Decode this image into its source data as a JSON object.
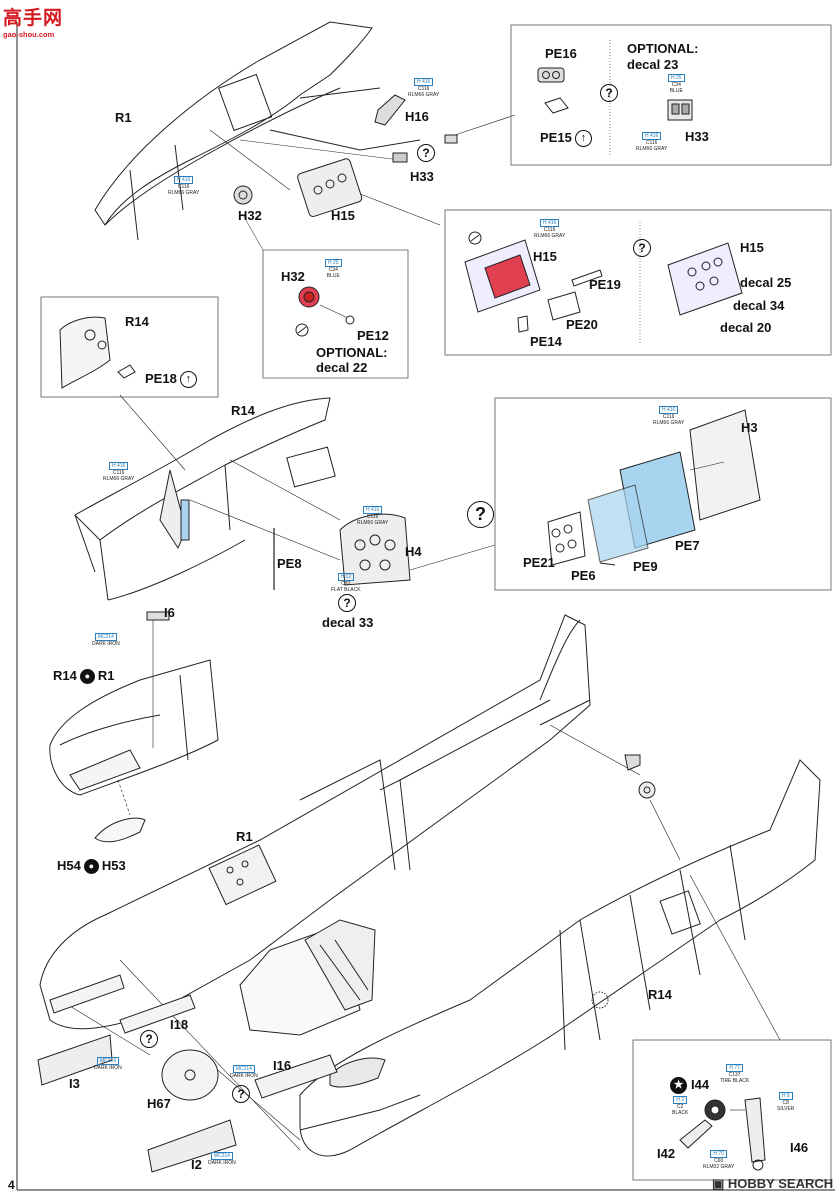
{
  "header": {
    "logo_text": "高手网",
    "logo_sub": "gao-shou.com"
  },
  "page_number": "4",
  "watermark": "HOBBY SEARCH",
  "colors": {
    "accent": "#d4181f",
    "paint_code": "#2a7fbf",
    "instrument_red": "#e04050",
    "blue_panel": "#a9d4ef"
  },
  "parts": {
    "r1_top": "R1",
    "h16": "H16",
    "h33_main": "H33",
    "h32_main": "H32",
    "h15_main": "H15",
    "r14_inset": "R14",
    "pe18": "PE18",
    "r14_mid": "R14",
    "pe8": "PE8",
    "h4": "H4",
    "decal33": "decal 33",
    "i6": "I6",
    "r14_r1_a": "R14",
    "r14_r1_b": "R1",
    "h54": "H54",
    "h53": "H53",
    "r1_lower": "R1",
    "i18": "I18",
    "i3": "I3",
    "h67": "H67",
    "i16": "I16",
    "i2": "I2",
    "r14_lower": "R14"
  },
  "box_pe": {
    "pe16": "PE16",
    "pe15": "PE15",
    "optional": "OPTIONAL:",
    "decal": "decal 23",
    "h33": "H33"
  },
  "box_h32": {
    "h32": "H32",
    "pe12": "PE12",
    "optional": "OPTIONAL:",
    "decal": "decal 22"
  },
  "box_h15": {
    "h15_left": "H15",
    "pe19": "PE19",
    "pe20": "PE20",
    "pe14": "PE14",
    "h15_right": "H15",
    "decal25": "decal 25",
    "decal34": "decal 34",
    "decal20": "decal 20"
  },
  "box_h3": {
    "h3": "H3",
    "pe7": "PE7",
    "pe21": "PE21",
    "pe6": "PE6",
    "pe9": "PE9"
  },
  "box_tail": {
    "i44": "I44",
    "i42": "I42",
    "i46": "I46"
  },
  "paints": {
    "p1": {
      "code": "H 416",
      "num": "C116",
      "name": "RLM66 GRAY"
    },
    "p2": {
      "code": "H 416",
      "num": "C116",
      "name": "RLM66 GRAY"
    },
    "p3": {
      "code": "H 25",
      "num": "C34",
      "name": "BLUE"
    },
    "p4": {
      "code": "H 416",
      "num": "C116",
      "name": "RLM66 GRAY"
    },
    "p5": {
      "code": "H 25",
      "num": "C34",
      "name": "BLUE"
    },
    "p6": {
      "code": "H 416",
      "num": "C116",
      "name": "RLM66 GRAY"
    },
    "p7": {
      "code": "H 416",
      "num": "C116",
      "name": "RLM66 GRAY"
    },
    "p8": {
      "code": "H 416",
      "num": "C116",
      "name": "RLM66 GRAY"
    },
    "p9": {
      "code": "H 416",
      "num": "C116",
      "name": "RLM66 GRAY"
    },
    "p10": {
      "code": "H 12",
      "num": "C33",
      "name": "FLAT BLACK"
    },
    "p11": {
      "code": "MC214",
      "num": "",
      "name": "DARK IRON"
    },
    "p12": {
      "code": "MC214",
      "num": "",
      "name": "DARK IRON"
    },
    "p13": {
      "code": "MC214",
      "num": "",
      "name": "DARK IRON"
    },
    "p14": {
      "code": "MC214",
      "num": "",
      "name": "DARK IRON"
    },
    "p15": {
      "code": "H 77",
      "num": "C137",
      "name": "TIRE BLACK"
    },
    "p16": {
      "code": "H 2",
      "num": "C2",
      "name": "BLACK"
    },
    "p17": {
      "code": "H 8",
      "num": "C8",
      "name": "SILVER"
    },
    "p18": {
      "code": "H 70",
      "num": "C60",
      "name": "RLM02 GRAY"
    }
  },
  "symbols": {
    "question": "?",
    "up": "↑",
    "bullet": "●",
    "star": "★"
  }
}
